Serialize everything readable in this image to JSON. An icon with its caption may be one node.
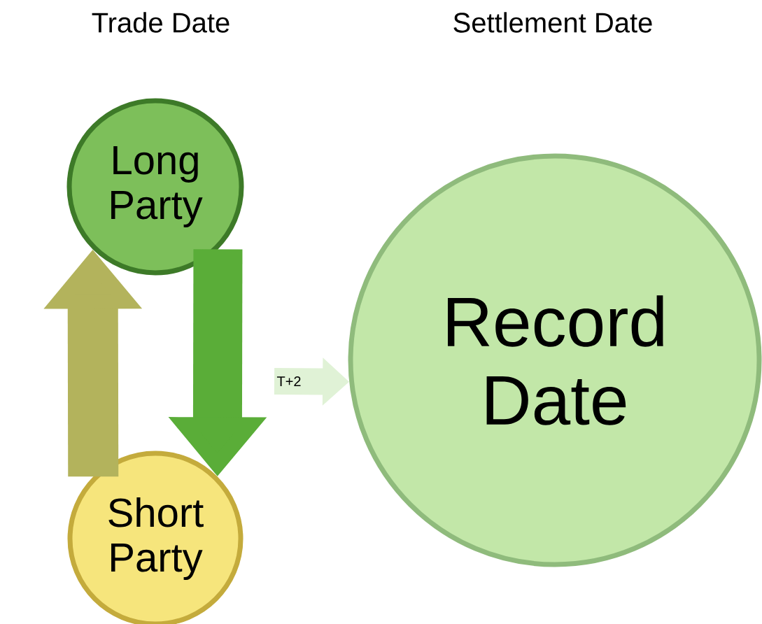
{
  "diagram": {
    "nodes": [
      {
        "text": [
          "Long Party"
        ]
      },
      {
        "text": [
          "Short Party"
        ]
      },
      {
        "text": [
          "Record Date"
        ]
      }
    ],
    "edges": [
      {
        "from": 1,
        "to": 0,
        "arrow": "to",
        "color": "#b3b35c"
      },
      {
        "from": 0,
        "to": 1,
        "arrow": "to",
        "color": "#5aad38"
      },
      {
        "from": null,
        "to": 2,
        "arrow": "to",
        "label": "T+2",
        "color": "#e0f2d6"
      }
    ],
    "labels": [
      "Trade Date",
      "Settlement Date"
    ]
  }
}
